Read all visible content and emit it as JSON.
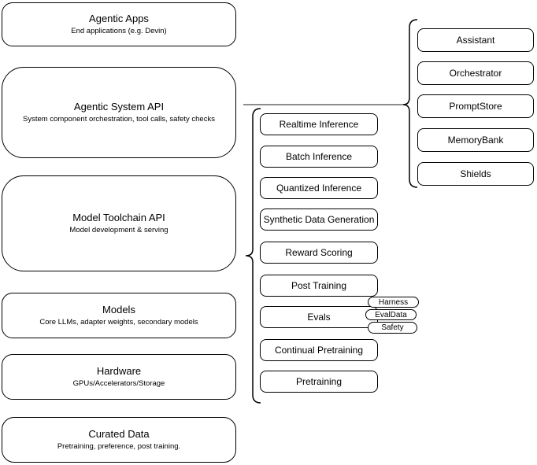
{
  "diagram": {
    "stack": [
      {
        "title": "Agentic Apps",
        "subtitle": "End applications (e.g. Devin)"
      },
      {
        "title": "Agentic System API",
        "subtitle": "System component orchestration, tool calls, safety checks"
      },
      {
        "title": "Model Toolchain API",
        "subtitle": "Model development & serving"
      },
      {
        "title": "Models",
        "subtitle": "Core LLMs, adapter weights, secondary models"
      },
      {
        "title": "Hardware",
        "subtitle": "GPUs/Accelerators/Storage"
      },
      {
        "title": "Curated Data",
        "subtitle": "Pretraining, preference, post training."
      }
    ],
    "toolchain_items": [
      "Realtime Inference",
      "Batch Inference",
      "Quantized Inference",
      "Synthetic Data Generation",
      "Reward Scoring",
      "Post Training",
      "Evals",
      "Continual Pretraining",
      "Pretraining"
    ],
    "evals_tags": [
      "Harness",
      "EvalData",
      "Safety"
    ],
    "system_items": [
      "Assistant",
      "Orchestrator",
      "PromptStore",
      "MemoryBank",
      "Shields"
    ],
    "colors": {
      "stroke": "#000000",
      "connector": "#7d7d7d",
      "background": "#ffffff",
      "text": "#000000"
    }
  }
}
